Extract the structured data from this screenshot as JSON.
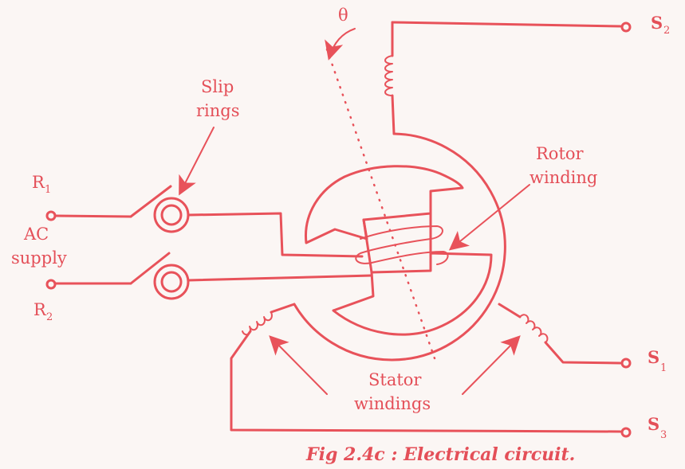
{
  "labels": {
    "theta": "θ",
    "slip_rings": [
      "Slip",
      "rings"
    ],
    "rotor_winding": [
      "Rotor",
      "winding"
    ],
    "stator_windings": [
      "Stator",
      "windings"
    ],
    "ac_supply": [
      "AC",
      "supply"
    ],
    "r1": {
      "letter": "R",
      "sub": "1"
    },
    "r2": {
      "letter": "R",
      "sub": "2"
    },
    "s1": {
      "letter": "S",
      "sub": "1"
    },
    "s2": {
      "letter": "S",
      "sub": "2"
    },
    "s3": {
      "letter": "S",
      "sub": "3"
    }
  },
  "caption": "Fig 2.4c : Electrical circuit.",
  "colors": {
    "ink": "#e8525a",
    "background": "#fbf6f4"
  }
}
